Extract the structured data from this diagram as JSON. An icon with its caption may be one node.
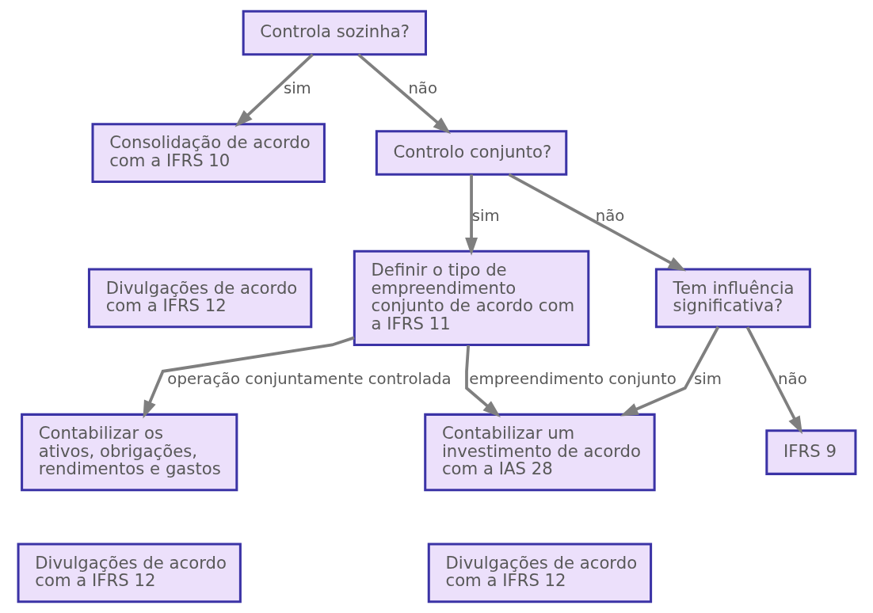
{
  "diagram": {
    "nodes": [
      {
        "text": [
          "Controla sozinha?"
        ]
      },
      {
        "text": [
          "Consolidação de acordo com a IFRS 10"
        ]
      },
      {
        "text": [
          "Divulgações de acordo com a IFRS 12"
        ]
      },
      {
        "text": [
          "Controlo conjunto?"
        ]
      },
      {
        "text": [
          "Definir o tipo de empreendimento conjunto de acordo com a IFRS 11"
        ]
      },
      {
        "text": [
          "Tem influência significativa?"
        ]
      },
      {
        "text": [
          "IFRS 9"
        ]
      },
      {
        "text": [
          "Contabilizar os ativos, obrigações, rendimentos e gastos"
        ]
      },
      {
        "text": [
          "Divulgações de acordo com a IFRS 12"
        ]
      },
      {
        "text": [
          "Contabilizar um investimento de acordo com a IAS 28"
        ]
      },
      {
        "text": [
          "Divulgações de acordo com a IFRS 12"
        ]
      }
    ],
    "edges": [
      {
        "from": 0,
        "to": 1,
        "arrow": "to",
        "label": "sim"
      },
      {
        "from": 0,
        "to": 3,
        "arrow": "to",
        "label": "não"
      },
      {
        "from": 3,
        "to": 4,
        "arrow": "to",
        "label": "sim"
      },
      {
        "from": 3,
        "to": 5,
        "arrow": "to",
        "label": "não"
      },
      {
        "from": 5,
        "to": 6,
        "arrow": "to",
        "label": "não"
      },
      {
        "from": 4,
        "to": 7,
        "arrow": "to",
        "label": "operação conjuntamente controlada"
      },
      {
        "from": 4,
        "to": 9,
        "arrow": "to",
        "label": "empreendimento conjunto"
      },
      {
        "from": 5,
        "to": 9,
        "arrow": "to",
        "label": "sim"
      }
    ]
  }
}
